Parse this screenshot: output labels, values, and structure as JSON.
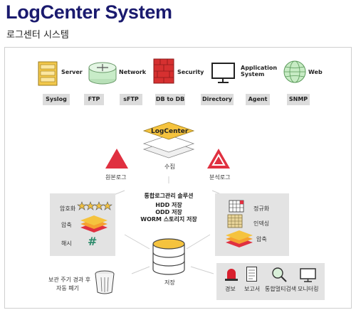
{
  "header": {
    "title": "LogCenter System",
    "subtitle": "로그센터 시스템"
  },
  "sources": [
    {
      "label": "Server",
      "icon": "server-icon"
    },
    {
      "label": "Network",
      "icon": "router-icon"
    },
    {
      "label": "Security",
      "icon": "firewall-icon"
    },
    {
      "label": "Application\nSystem",
      "icon": "monitor-icon"
    },
    {
      "label": "Web",
      "icon": "globe-icon"
    }
  ],
  "protocols": [
    "Syslog",
    "FTP",
    "sFTP",
    "DB to DB",
    "Directory",
    "Agent",
    "SNMP"
  ],
  "logcenter": {
    "label": "LogCenter",
    "collect": "수집"
  },
  "raw_log": "원본로그",
  "analysis_log": "분석로그",
  "solution": {
    "title": "통합로그관리 솔루션",
    "lines": [
      "HDD 저장",
      "ODD 저장",
      "WORM 스토리지 저장"
    ]
  },
  "left_panel": {
    "encrypt": "암호화",
    "compress": "압축",
    "hash": "해시"
  },
  "right_panel": {
    "normalize": "정규화",
    "integrity": "인덱싱",
    "compress": "압축"
  },
  "storage_label": "저장",
  "disposal": {
    "line1": "보관 주기 경과 후",
    "line2": "자동 폐기"
  },
  "outputs": [
    "경보",
    "보고서",
    "통합멀티검색",
    "모니터링"
  ],
  "colors": {
    "title": "#1a1a6e",
    "accent_red": "#e03040",
    "gold": "#f0c040",
    "pill_bg": "#dcdcdc"
  }
}
